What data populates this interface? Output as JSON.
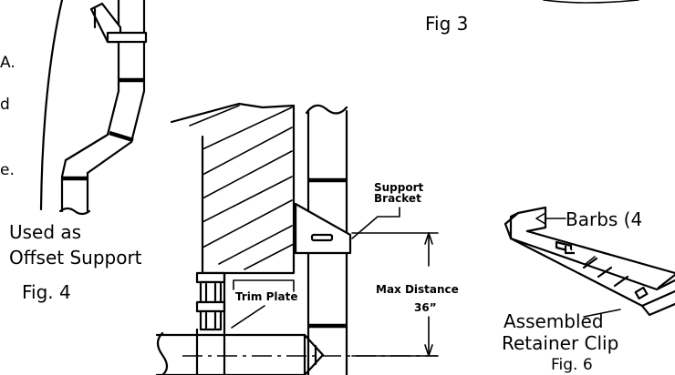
{
  "labels": {
    "fig3": "Fig 3",
    "fig4_caption_line1": "Used as",
    "fig4_caption_line2": "Offset Support",
    "fig4": "Fig. 4",
    "support_bracket_line1": "Support",
    "support_bracket_line2": "Bracket",
    "trim_plate": "Trim Plate",
    "max_distance": "Max Distance",
    "max_distance_value": "36”",
    "barbs": "Barbs (4",
    "retainer_line1": "Assembled",
    "retainer_line2": "Retainer Clip",
    "fig6": "Fig. 6",
    "cut_a": "A.",
    "cut_d": "d",
    "cut_e": "e."
  }
}
